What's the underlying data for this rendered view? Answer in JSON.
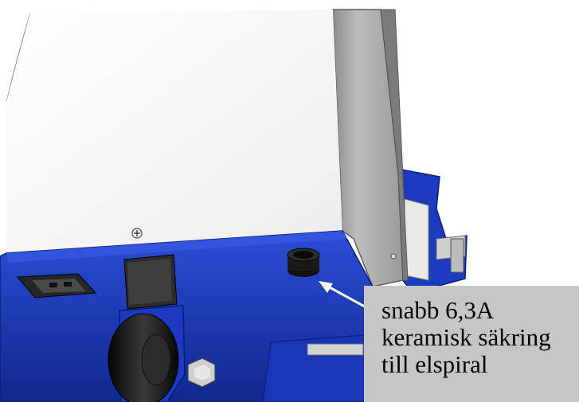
{
  "callout": {
    "lines": [
      "snabb 6,3A",
      "keramisk säkring",
      "till elspiral"
    ]
  },
  "colors": {
    "frame_blue": "#1f3fc4",
    "frame_blue_dark": "#0f238a",
    "panel_light": "#f4f4f4",
    "panel_grey": "#d9d9d9",
    "callout_background": "#c6c6c6",
    "rubber_black": "#1a1a1a"
  },
  "icons": {
    "arrow": "arrow-pointing-up-left",
    "screw": "phillips-screw-icon"
  }
}
